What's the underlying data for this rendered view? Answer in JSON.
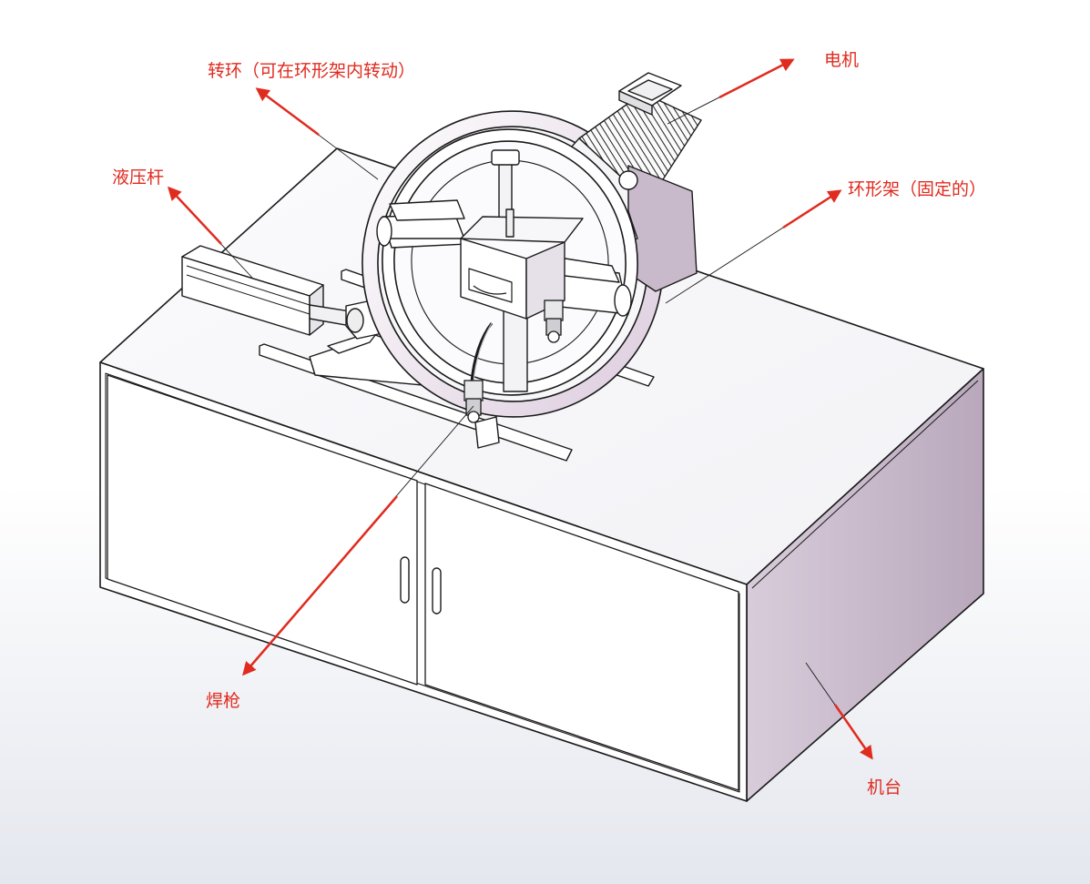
{
  "labels": {
    "rotating_ring": "转环（可在环形架内转动）",
    "motor": "电机",
    "hydraulic_rod": "液压杆",
    "ring_frame": "环形架（固定的）",
    "welding_torch": "焊枪",
    "machine_base": "机台"
  },
  "colors": {
    "annotation": "#e02b1f",
    "line": "#1a1a1a",
    "cabinet_front": "#ffffff",
    "cabinet_side": "#c3b3c6",
    "ring_shade": "#e7dbe8"
  }
}
